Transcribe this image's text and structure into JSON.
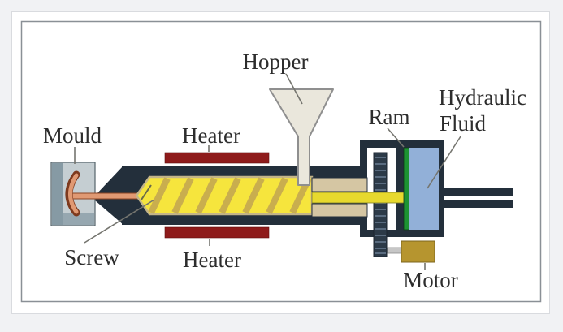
{
  "window": {
    "background": "#f1f2f4",
    "panel_border": "#d9dbdf",
    "diagram_border": "#8a9096"
  },
  "diagram": {
    "labels": {
      "mould": "Mould",
      "heater_top": "Heater",
      "hopper": "Hopper",
      "ram": "Ram",
      "hydraulic_line1": "Hydraulic",
      "hydraulic_line2": "Fluid",
      "screw": "Screw",
      "heater_bottom": "Heater",
      "motor": "Motor"
    },
    "colors": {
      "barrel": "#232f3b",
      "heater": "#8e1b1b",
      "screw_body": "#f6e53d",
      "screw_flight": "#c9ae4e",
      "shaft": "#e7d92e",
      "ram_plate": "#1d9333",
      "hydraulic_fluid": "#92b0d8",
      "motor": "#b6952f",
      "mould_body": "#c5ced2",
      "mould_plate": "#869aa4",
      "melt": "#e09973",
      "hopper": "#eae7dc",
      "bearing": "#d5c6a3",
      "gear": "#2c3a48"
    }
  }
}
